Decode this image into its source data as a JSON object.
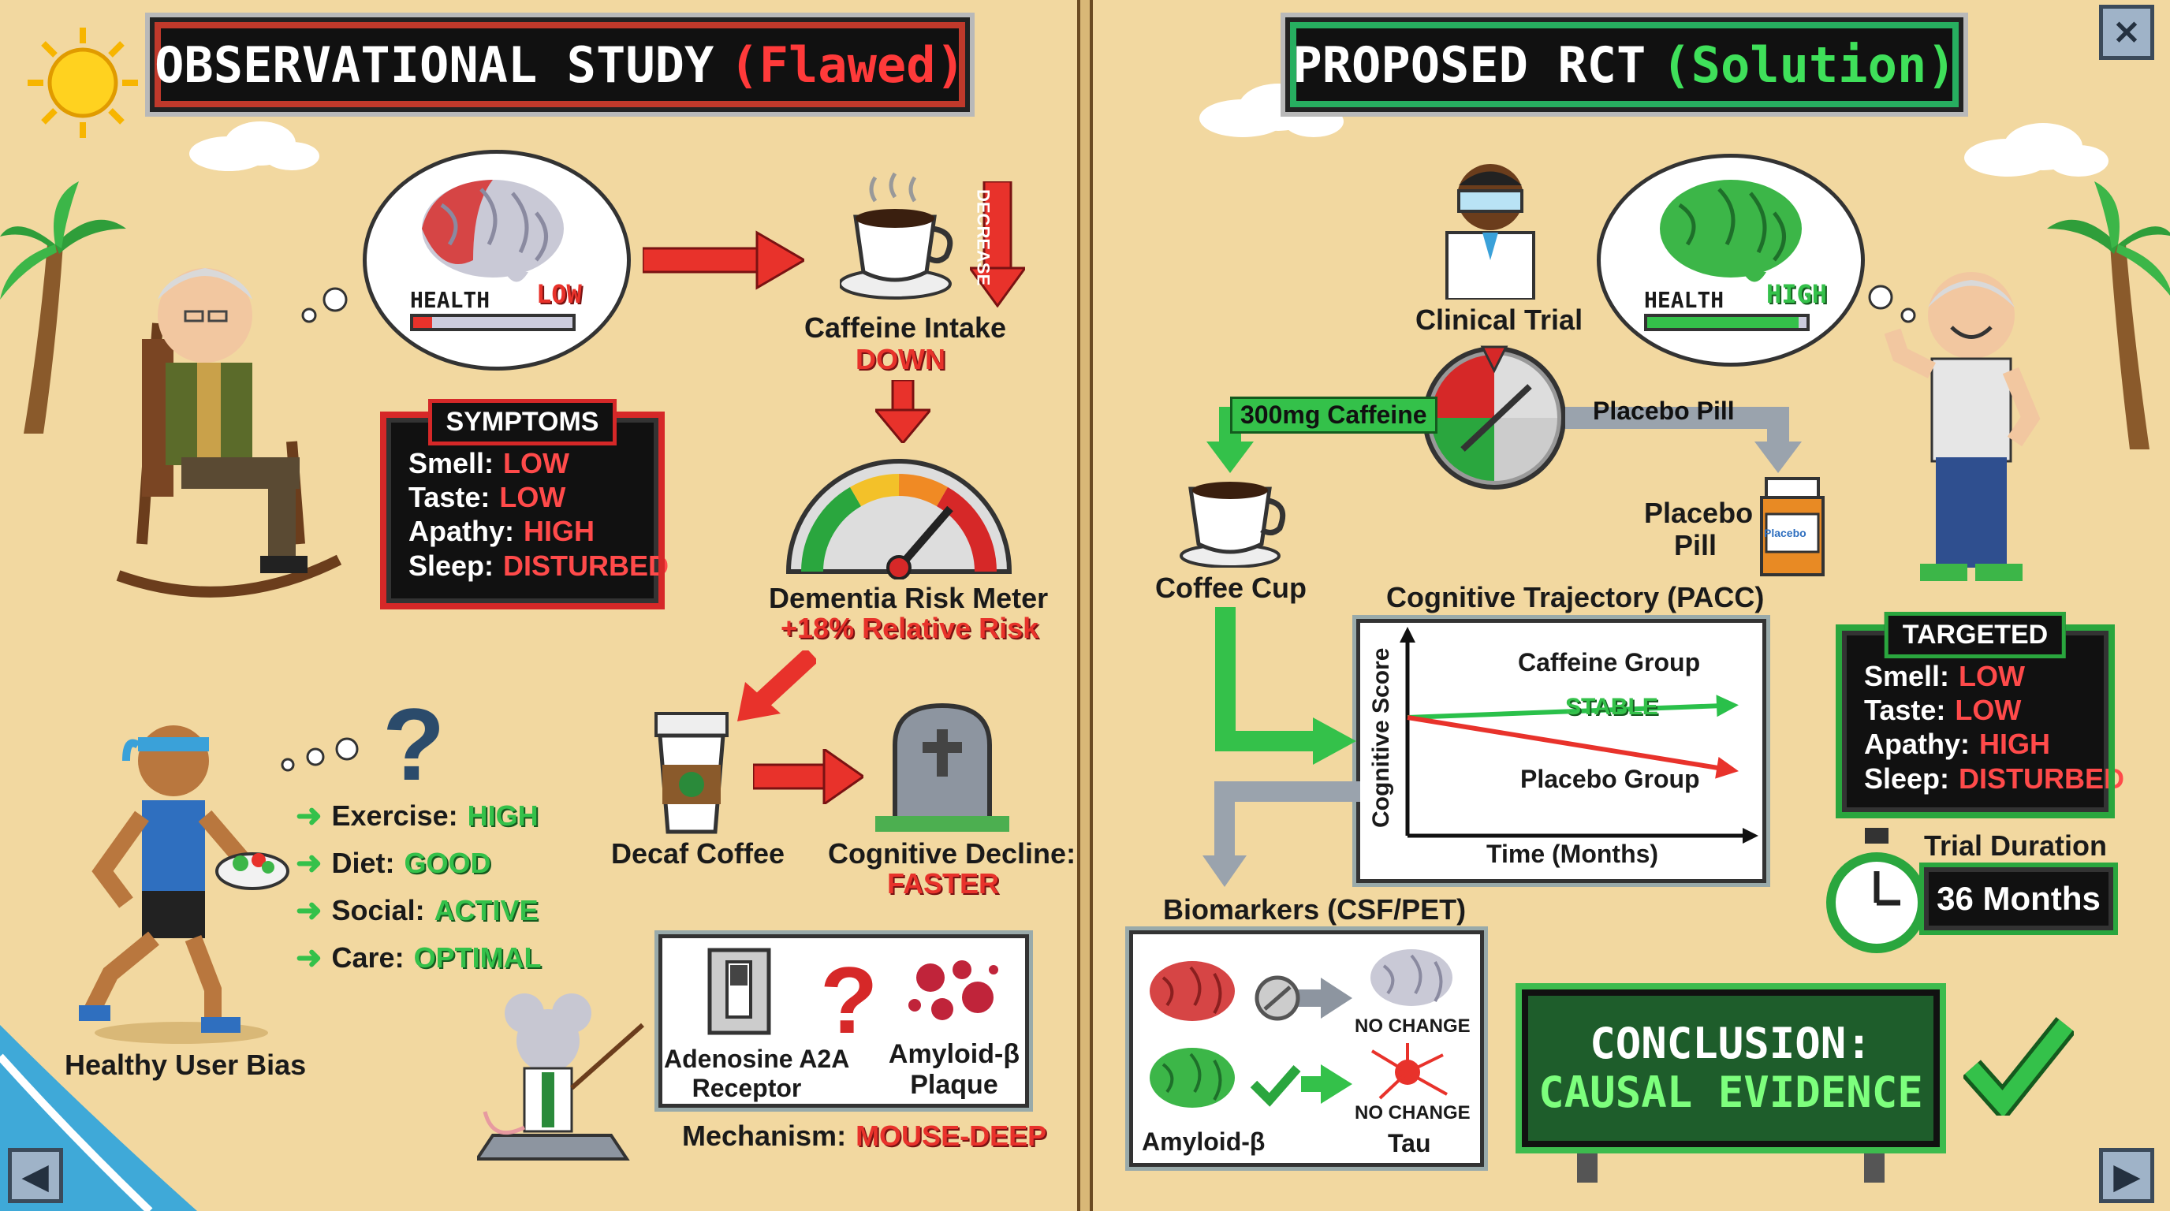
{
  "left": {
    "title_main": "OBSERVATIONAL STUDY",
    "title_tag": "(Flawed)",
    "health_label": "HEALTH",
    "health_level": "LOW",
    "health_fraction": 0.12,
    "symptoms": {
      "heading": "SYMPTOMS",
      "rows": [
        {
          "label": "Smell:",
          "value": "LOW"
        },
        {
          "label": "Taste:",
          "value": "LOW"
        },
        {
          "label": "Apathy:",
          "value": "HIGH"
        },
        {
          "label": "Sleep:",
          "value": "DISTURBED"
        }
      ]
    },
    "decrease_label": "DECREASE",
    "caffeine_label": "Caffeine Intake",
    "caffeine_value": "DOWN",
    "meter_label": "Dementia Risk Meter",
    "meter_value": "+18% Relative Risk",
    "decaf_label": "Decaf Coffee",
    "decline_label": "Cognitive Decline:",
    "decline_value": "FASTER",
    "question_mark": "?",
    "runner_list": [
      {
        "label": "Exercise:",
        "value": "HIGH"
      },
      {
        "label": "Diet:",
        "value": "GOOD"
      },
      {
        "label": "Social:",
        "value": "ACTIVE"
      },
      {
        "label": "Care:",
        "value": "OPTIMAL"
      }
    ],
    "healthy_user_label": "Healthy User Bias",
    "receptor_label_line1": "Adenosine A2A",
    "receptor_label_line2": "Receptor",
    "plaque_label_line1": "Amyloid-β",
    "plaque_label_line2": "Plaque",
    "mechanism_label": "Mechanism:",
    "mechanism_value": "MOUSE-DEEP"
  },
  "right": {
    "title_main": "PROPOSED RCT",
    "title_tag": "(Solution)",
    "clinical_trial_label": "Clinical Trial",
    "health_label": "HEALTH",
    "health_level": "HIGH",
    "health_fraction": 0.95,
    "caffeine_arm": "300mg Caffeine",
    "placebo_arm": "Placebo Pill",
    "coffee_cup_label": "Coffee Cup",
    "placebo_label_line1": "Placebo",
    "placebo_label_line2": "Pill",
    "bottle_label": "Placebo",
    "chart_title": "Cognitive Trajectory (PACC)",
    "targeted": {
      "heading": "TARGETED",
      "rows": [
        {
          "label": "Smell:",
          "value": "LOW"
        },
        {
          "label": "Taste:",
          "value": "LOW"
        },
        {
          "label": "Apathy:",
          "value": "HIGH"
        },
        {
          "label": "Sleep:",
          "value": "DISTURBED"
        }
      ]
    },
    "trial_duration_label": "Trial Duration",
    "trial_duration_value": "36 Months",
    "biomarkers_label": "Biomarkers (CSF/PET)",
    "no_change_1": "NO CHANGE",
    "no_change_2": "NO CHANGE",
    "amyloid_label": "Amyloid-β",
    "tau_label": "Tau",
    "conclusion_line1": "CONCLUSION:",
    "conclusion_line2": "CAUSAL EVIDENCE"
  },
  "chart_data": {
    "type": "line",
    "title": "Cognitive Trajectory (PACC)",
    "xlabel": "Time (Months)",
    "ylabel": "Cognitive Score",
    "series": [
      {
        "name": "Caffeine Group",
        "trend": "flat",
        "annotation": "STABLE"
      },
      {
        "name": "Placebo Group",
        "trend": "declining"
      }
    ]
  },
  "colors": {
    "sand": "#f2d8a0",
    "red_accent": "#e8322b",
    "green_accent": "#34c14a",
    "card_bg": "#111111"
  }
}
